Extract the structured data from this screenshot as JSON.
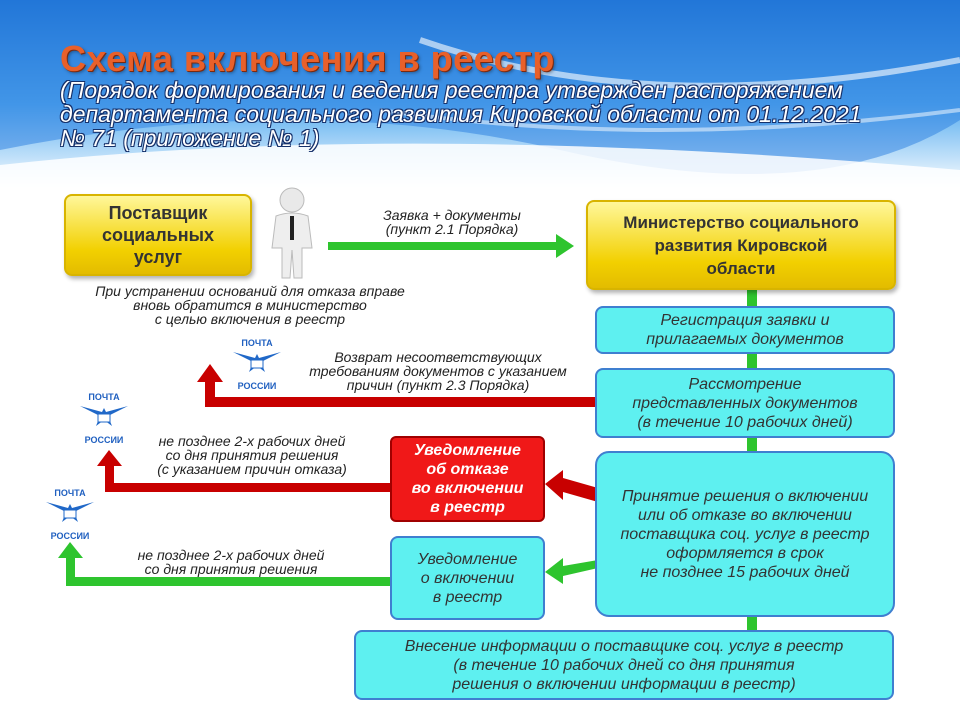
{
  "header": {
    "title": "Схема включения в реестр",
    "subtitle": "(Порядок формирования и ведения реестра утвержден распоряжением департамента социального развития Кировской области от 01.12.2021 № 71 (приложение № 1)"
  },
  "boxes": {
    "provider": "Поставщик\nсоциальных\nуслуг",
    "ministry": "Министерство социального\nразвития Кировской\nобласти",
    "registration": "Регистрация заявки и\nприлагаемых документов",
    "review": "Рассмотрение\nпредставленных документов\n(в течение 10 рабочих дней)",
    "decision": "Принятие решения о включении\nили об отказе во включении\nпоставщика соц. услуг в реестр\nоформляется в срок\nне позднее 15 рабочих дней",
    "refusal": "Уведомление\nоб отказе\nво включении\nв реестр",
    "inclusion": "Уведомление\nо включении\nв реестр",
    "entry": "Внесение информации о поставщике соц. услуг в реестр\n(в течение 10 рабочих дней со дня принятия\nрешения о включении информации в реестр)"
  },
  "notes": {
    "application": "Заявка + документы\n(пункт 2.1 Порядка)",
    "reapply": "При устранении оснований для отказа вправе\nвновь обратится в министерство\nс целью включения в реестр",
    "return": "Возврат несоответствующих\nтребованиям документов с указанием\nпричин (пункт 2.3 Порядка)",
    "refusal_term": "не позднее 2-х рабочих дней\nсо дня принятия решения\n(с указанием причин отказа)",
    "inclusion_term": "не позднее 2-х рабочих дней\nсо дня принятия решения"
  },
  "post_logo": {
    "line1": "ПОЧТА",
    "line2": "РОССИИ"
  },
  "colors": {
    "title": "#e8602a",
    "green_arrow": "#2ec42e",
    "red_arrow": "#c80000",
    "cyan_box": "#5ef0f0",
    "yellow_box": "#f2d000"
  }
}
